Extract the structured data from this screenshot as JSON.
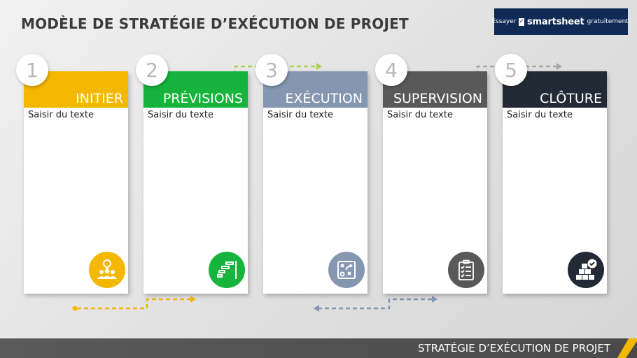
{
  "header": {
    "title": "MODÈLE DE STRATÉGIE D’EXÉCUTION DE PROJET"
  },
  "cta": {
    "prefix": "Essayer",
    "brand": "smartsheet",
    "suffix": "gratuitement."
  },
  "steps": [
    {
      "number": "1",
      "label": "INITIER",
      "text": "Saisir du texte",
      "color": "#f5b800",
      "icon": "team-idea-icon"
    },
    {
      "number": "2",
      "label": "PRÉVISIONS",
      "text": "Saisir du texte",
      "color": "#16b43c",
      "icon": "gantt-chart-icon"
    },
    {
      "number": "3",
      "label": "EXÉCUTION",
      "text": "Saisir du texte",
      "color": "#8496b0",
      "icon": "strategy-board-icon"
    },
    {
      "number": "4",
      "label": "SUPERVISION",
      "text": "Saisir du texte",
      "color": "#595959",
      "icon": "clipboard-checklist-icon"
    },
    {
      "number": "5",
      "label": "CLÔTURE",
      "text": "Saisir du texte",
      "color": "#222a35",
      "icon": "boxes-check-icon"
    }
  ],
  "footer": {
    "title": "STRATÉGIE D’EXÉCUTION DE PROJET"
  },
  "colors": {
    "accent_footer": "#f5b800",
    "arrow_green": "#a9d14a",
    "arrow_gray": "#a6a6a6",
    "arrow_blue": "#8496b0",
    "arrow_yellow": "#f5b800"
  }
}
